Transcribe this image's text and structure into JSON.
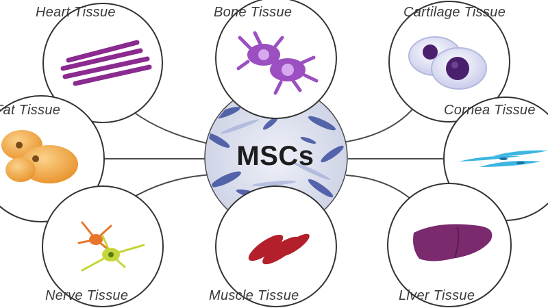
{
  "center": {
    "label": "MSCs"
  },
  "tissues": [
    {
      "id": "heart",
      "label": "Heart Tissue",
      "icon": "heart-muscle-fibers-icon"
    },
    {
      "id": "bone",
      "label": "Bone Tissue",
      "icon": "bone-cells-icon"
    },
    {
      "id": "cartilage",
      "label": "Cartilage Tissue",
      "icon": "cartilage-cells-icon"
    },
    {
      "id": "fat",
      "label": "Fat Tissue",
      "icon": "fat-cells-icon"
    },
    {
      "id": "cornea",
      "label": "Cornea Tissue",
      "icon": "cornea-cells-icon"
    },
    {
      "id": "nerve",
      "label": "Nerve Tissue",
      "icon": "nerve-cells-icon"
    },
    {
      "id": "muscle",
      "label": "Muscle Tissue",
      "icon": "muscle-cells-icon"
    },
    {
      "id": "liver",
      "label": "Liver Tissue",
      "icon": "liver-icon"
    }
  ],
  "colors": {
    "heart": "#8b2a8f",
    "bone": "#9b4fc0",
    "cartilage": "#4a1f6e",
    "fat": "#f0a23a",
    "cornea": "#3cb5e0",
    "nerve_a": "#e8762a",
    "nerve_b": "#c6d63a",
    "muscle": "#b3202b",
    "liver": "#7b2a6e",
    "center_cell": "#3d4e9e",
    "line": "#4a4a4a"
  }
}
